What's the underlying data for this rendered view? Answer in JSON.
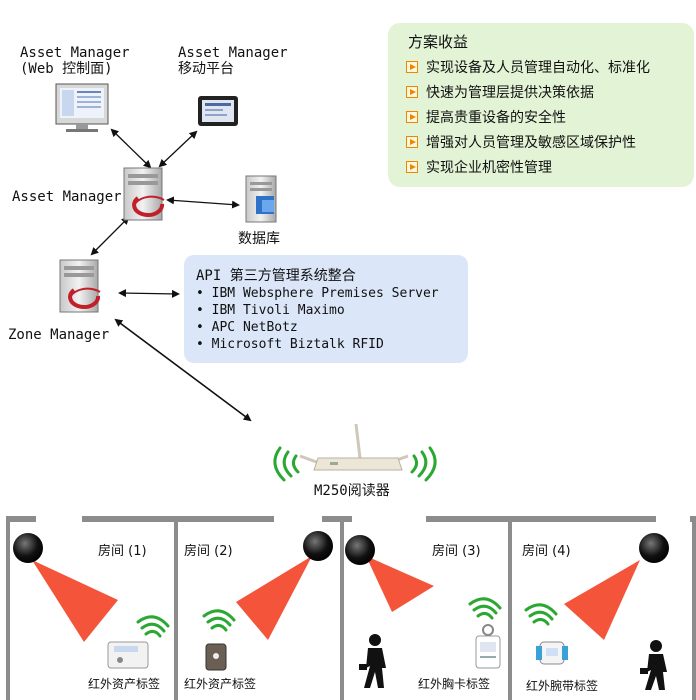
{
  "clients": {
    "web_label": "Asset Manager\n(Web 控制面)",
    "mobile_label": "Asset Manager\n移动平台"
  },
  "servers": {
    "asset_manager": "Asset Manager",
    "database": "数据库",
    "zone_manager": "Zone Manager"
  },
  "benefits": {
    "title": "方案收益",
    "items": [
      "实现设备及人员管理自动化、标准化",
      "快速为管理层提供决策依据",
      "提高贵重设备的安全性",
      "增强对人员管理及敏感区域保护性",
      "实现企业机密性管理"
    ]
  },
  "api": {
    "title": "API 第三方管理系统整合",
    "items": [
      "• IBM Websphere Premises Server",
      "• IBM Tivoli Maximo",
      "• APC NetBotz",
      "• Microsoft Biztalk RFID"
    ]
  },
  "reader": {
    "label": "M250阅读器"
  },
  "rooms": [
    {
      "label": "房间 (1)",
      "tag": "红外资产标签"
    },
    {
      "label": "房间 (2)",
      "tag": "红外资产标签"
    },
    {
      "label": "房间 (3)",
      "tag": "红外胸卡标签"
    },
    {
      "label": "房间 (4)",
      "tag": "红外腕带标签"
    }
  ],
  "colors": {
    "benefit_bg": "#e3f3d6",
    "api_bg": "#dbe6f8",
    "beam": "#f4543a",
    "signal": "#2aa832",
    "bullet": "#e88a00"
  }
}
